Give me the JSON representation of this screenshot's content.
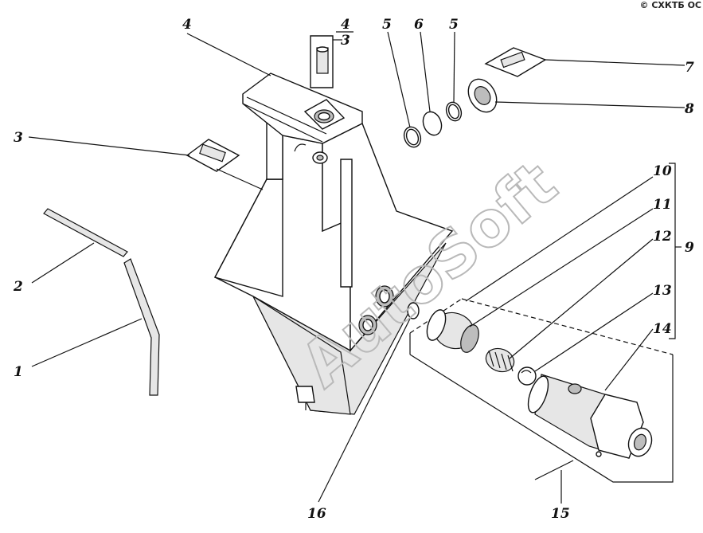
{
  "copyright": "© СХКТБ ОС",
  "watermark": "AutoSoft",
  "callouts": {
    "n1": "1",
    "n2": "2",
    "n3": "3",
    "n4": "4",
    "n4a_top": "4",
    "n4a_bottom": "3",
    "n5a": "5",
    "n6": "6",
    "n5b": "5",
    "n7": "7",
    "n8": "8",
    "n9": "9",
    "n10": "10",
    "n11": "11",
    "n12": "12",
    "n13": "13",
    "n14": "14",
    "n15": "15",
    "n16": "16"
  }
}
